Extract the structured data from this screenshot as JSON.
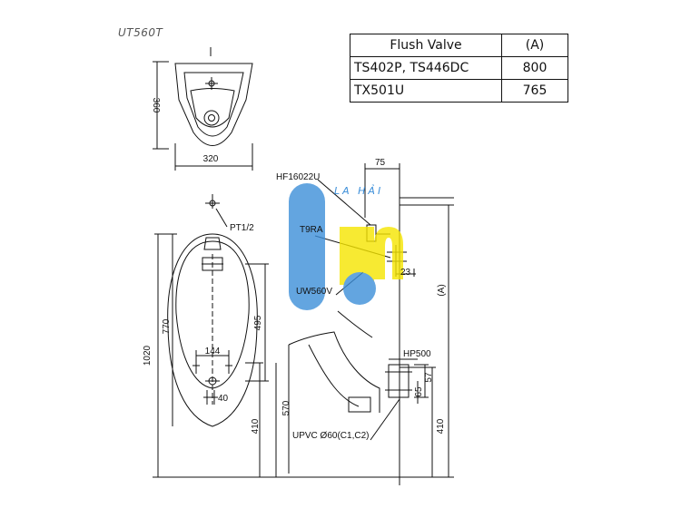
{
  "model": "UT560T",
  "table": {
    "header": [
      "Flush Valve",
      "(A)"
    ],
    "rows": [
      {
        "valve": "TS402P, TS446DC",
        "a": "800"
      },
      {
        "valve": "TX501U",
        "a": "765"
      }
    ]
  },
  "top_view": {
    "dim_height": "360",
    "dim_width": "320"
  },
  "front_view": {
    "thread": "PT1/2",
    "dim_total": "1020",
    "dim_770": "770",
    "dim_495": "495",
    "dim_144": "144",
    "dim_40": "40",
    "dim_410": "410"
  },
  "side_view": {
    "dim_75": "75",
    "part_valve": "HF16022U",
    "part_t9ra": "T9RA",
    "dim_23": "23",
    "part_uw": "UW560V",
    "dim_a": "(A)",
    "part_hp": "HP500",
    "dim_57": "57",
    "dim_65": "65",
    "dim_570": "570",
    "dim_410": "410",
    "pipe": "UPVC Ø60(C1,C2)"
  },
  "watermark": {
    "text": "LA HẢI",
    "colors": {
      "blue": "#3d8fd9",
      "yellow": "#f6e600"
    }
  }
}
